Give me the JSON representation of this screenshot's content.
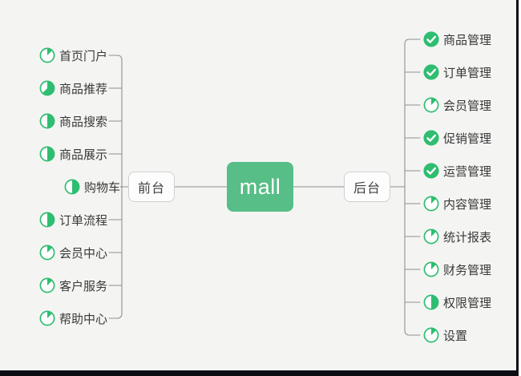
{
  "colors": {
    "icon_green": "#2fbd71",
    "root_green": "#56be86",
    "line_gray": "#8f8f8f",
    "edge_dark": "#0c0c14",
    "canvas_bg": "#f4f5f3"
  },
  "root": {
    "label": "mall"
  },
  "front": {
    "label": "前台",
    "items": [
      {
        "label": "首页门户",
        "icon": {
          "type": "pie",
          "fraction": 0.125
        }
      },
      {
        "label": "商品推荐",
        "icon": {
          "type": "pie",
          "fraction": 0.625
        }
      },
      {
        "label": "商品搜索",
        "icon": {
          "type": "pie",
          "fraction": 0.5
        }
      },
      {
        "label": "商品展示",
        "icon": {
          "type": "pie",
          "fraction": 0.5
        }
      },
      {
        "label": "购物车",
        "icon": {
          "type": "pie",
          "fraction": 0.5
        }
      },
      {
        "label": "订单流程",
        "icon": {
          "type": "pie",
          "fraction": 0.5
        }
      },
      {
        "label": "会员中心",
        "icon": {
          "type": "pie",
          "fraction": 0.125
        }
      },
      {
        "label": "客户服务",
        "icon": {
          "type": "pie",
          "fraction": 0.125
        }
      },
      {
        "label": "帮助中心",
        "icon": {
          "type": "pie",
          "fraction": 0.125
        }
      }
    ]
  },
  "back": {
    "label": "后台",
    "items": [
      {
        "label": "商品管理",
        "icon": {
          "type": "done"
        }
      },
      {
        "label": "订单管理",
        "icon": {
          "type": "done"
        }
      },
      {
        "label": "会员管理",
        "icon": {
          "type": "pie",
          "fraction": 0.125
        }
      },
      {
        "label": "促销管理",
        "icon": {
          "type": "done"
        }
      },
      {
        "label": "运营管理",
        "icon": {
          "type": "done"
        }
      },
      {
        "label": "内容管理",
        "icon": {
          "type": "pie",
          "fraction": 0.125
        }
      },
      {
        "label": "统计报表",
        "icon": {
          "type": "pie",
          "fraction": 0.125
        }
      },
      {
        "label": "财务管理",
        "icon": {
          "type": "pie",
          "fraction": 0.125
        }
      },
      {
        "label": "权限管理",
        "icon": {
          "type": "pie",
          "fraction": 0.5
        }
      },
      {
        "label": "设置",
        "icon": {
          "type": "pie",
          "fraction": 0.125
        }
      }
    ]
  }
}
